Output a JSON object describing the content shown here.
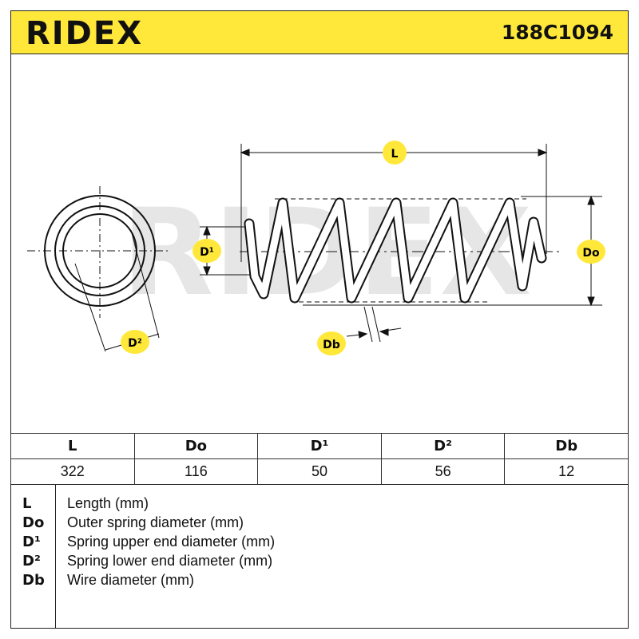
{
  "header": {
    "brand": "RIDEX",
    "part_number": "188C1094"
  },
  "colors": {
    "accent": "#ffe83a",
    "line": "#111111",
    "watermark": "#e6e6e6"
  },
  "drawing": {
    "watermark": "RIDEX",
    "labels": {
      "L": "L",
      "Do": "Do",
      "D1": "D¹",
      "D2": "D²",
      "Db": "Db"
    }
  },
  "table": {
    "headers": [
      "L",
      "Do",
      "D¹",
      "D²",
      "Db"
    ],
    "values": [
      "322",
      "116",
      "50",
      "56",
      "12"
    ]
  },
  "legend": [
    {
      "symbol": "L",
      "description": "Length (mm)"
    },
    {
      "symbol": "Do",
      "description": "Outer spring diameter (mm)"
    },
    {
      "symbol": "D¹",
      "description": "Spring upper end diameter (mm)"
    },
    {
      "symbol": "D²",
      "description": "Spring lower end diameter (mm)"
    },
    {
      "symbol": "Db",
      "description": "Wire diameter (mm)"
    }
  ]
}
